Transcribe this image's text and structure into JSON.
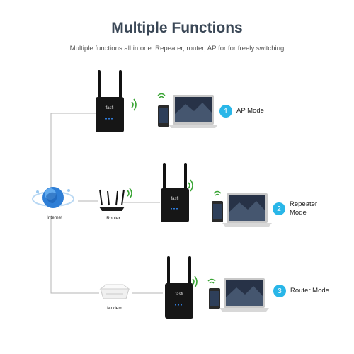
{
  "header": {
    "title": "Multiple Functions",
    "subtitle": "Multiple functions all in one. Repeater, router, AP for for freely switching"
  },
  "labels": {
    "internet": "Internet",
    "router": "Router",
    "modem": "Modem"
  },
  "device_brand": "fasfi",
  "modes": [
    {
      "number": "1",
      "label": "AP Mode"
    },
    {
      "number": "2",
      "label_line1": "Repeater",
      "label_line2": "Mode"
    },
    {
      "number": "3",
      "label": "Router Mode"
    }
  ],
  "colors": {
    "title": "#3a4756",
    "mode_badge": "#29b6e8",
    "wifi_signal": "#3aa535",
    "device_led": "#2f7bd8"
  },
  "icons": [
    "globe-icon",
    "router-icon",
    "modem-icon",
    "extender-icon",
    "wifi-signal-icon",
    "laptop-icon",
    "phone-icon"
  ]
}
